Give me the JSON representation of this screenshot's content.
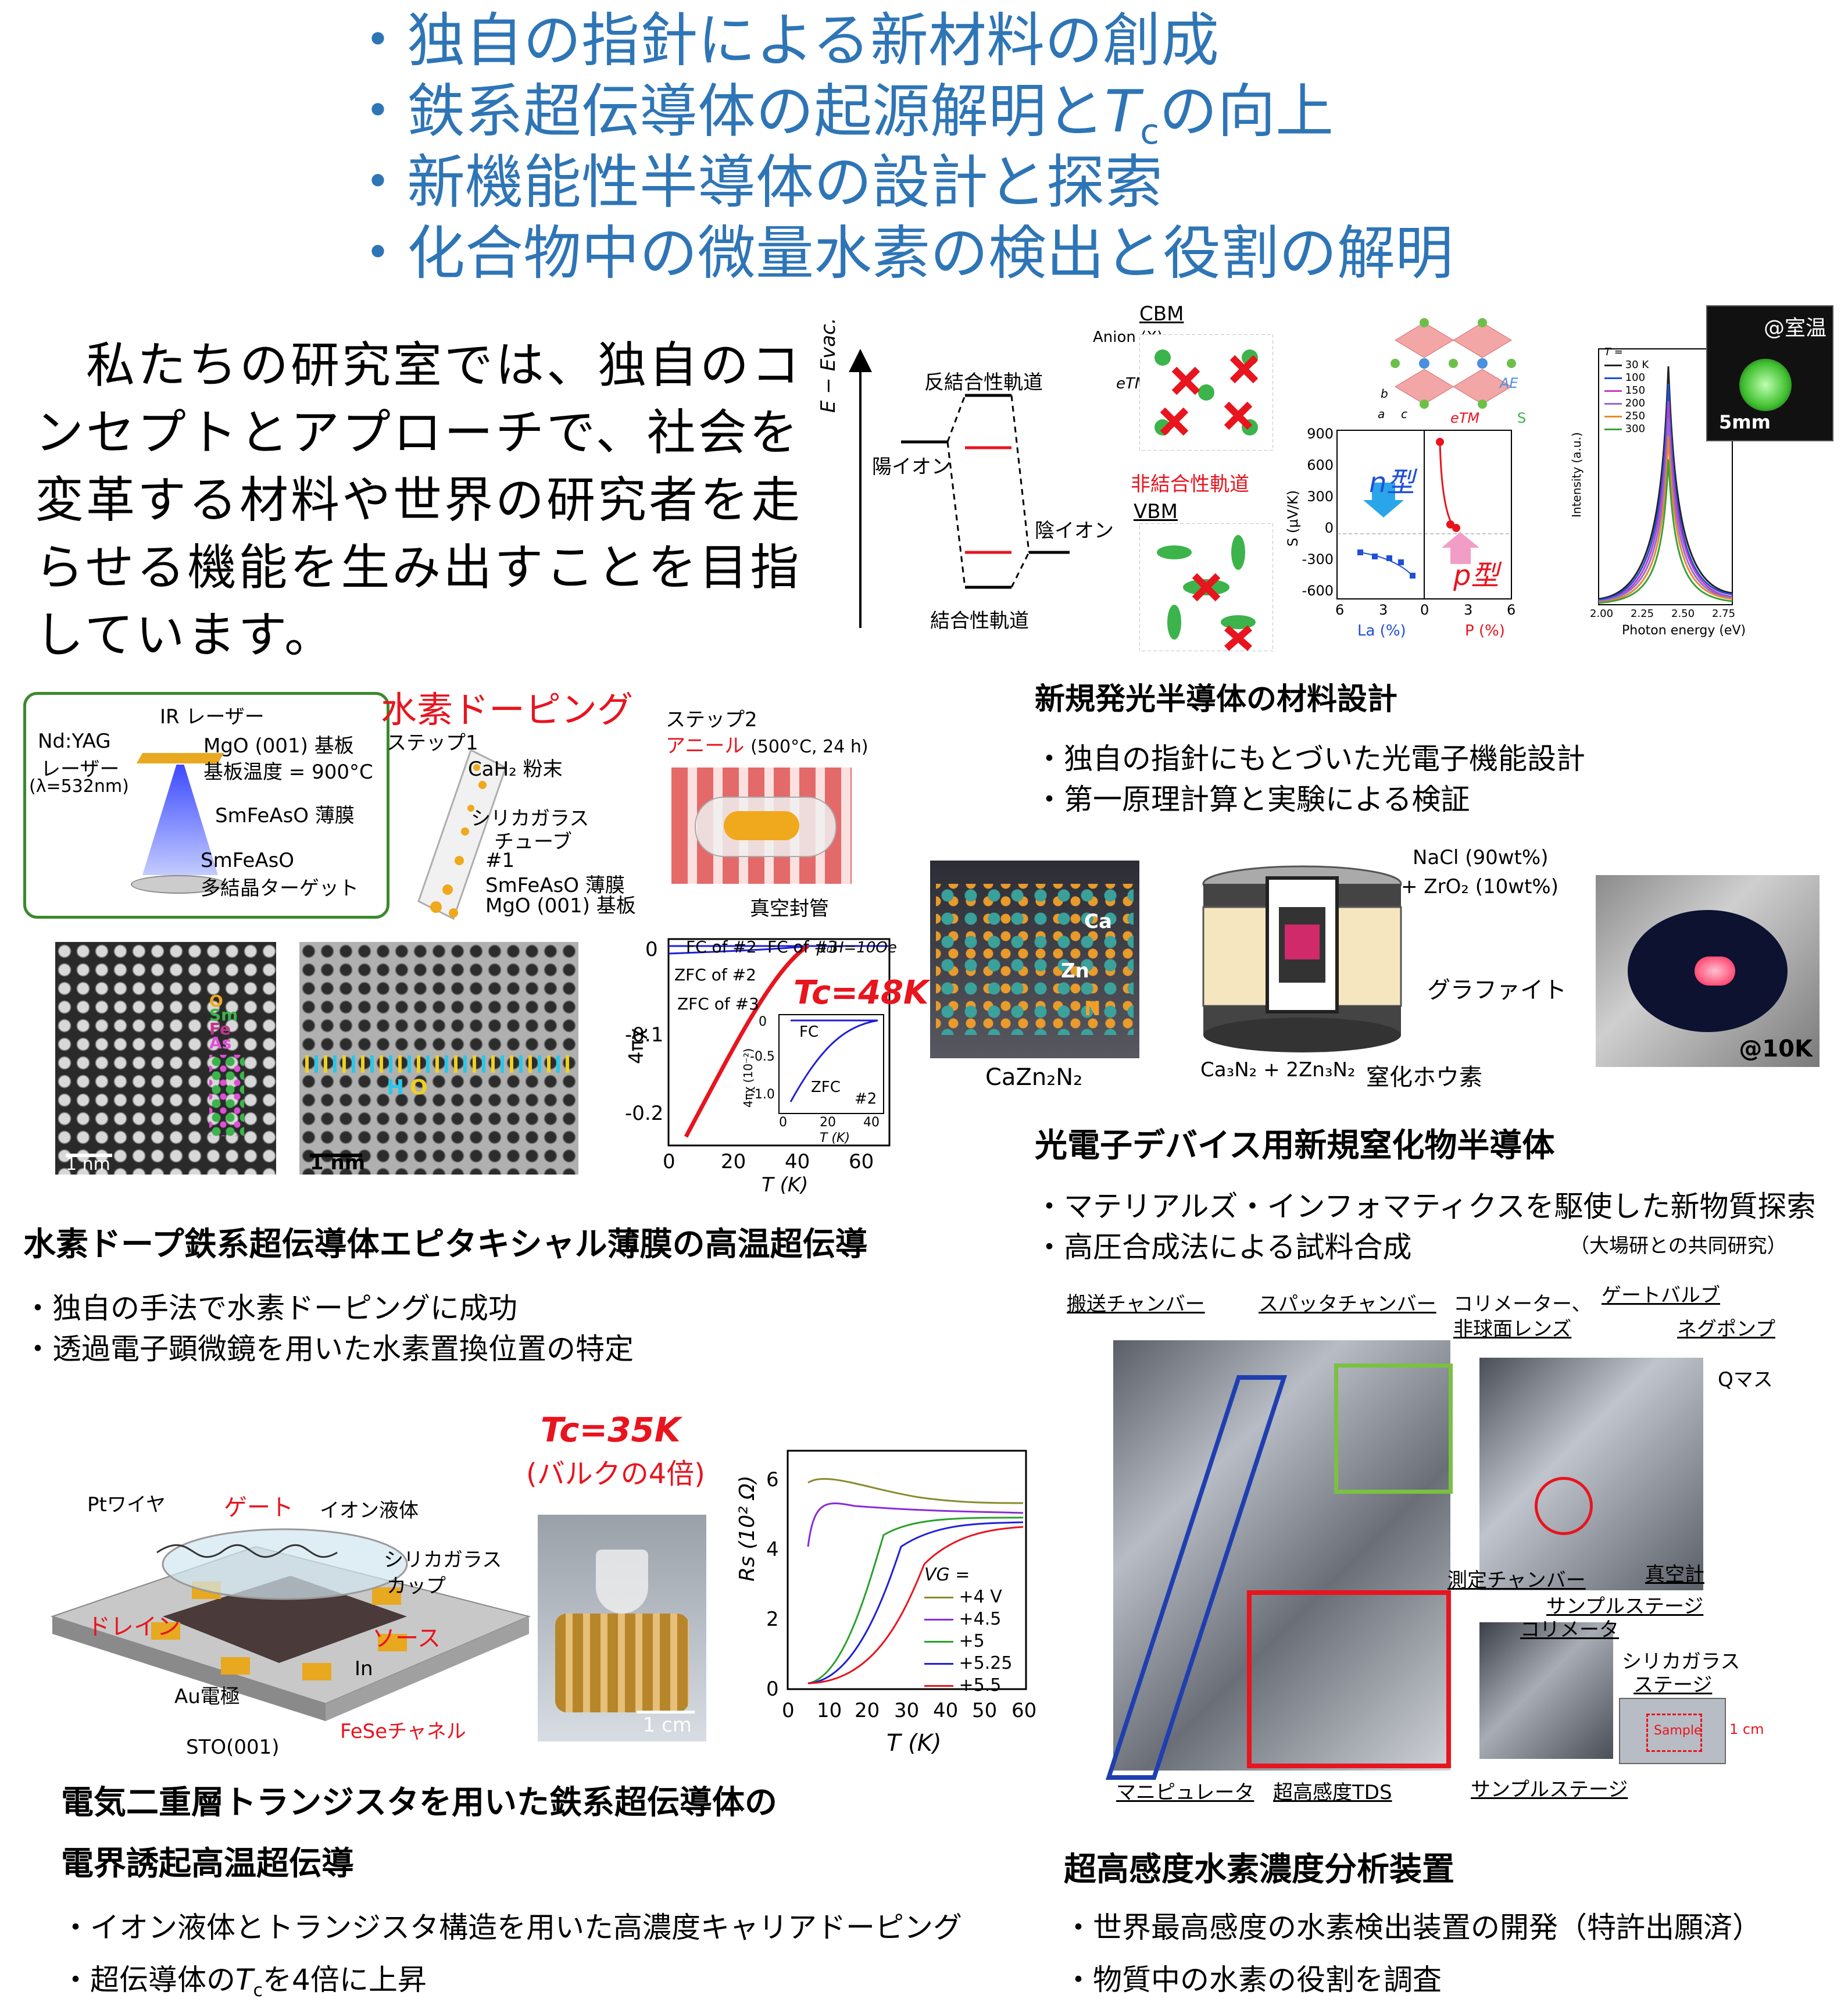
{
  "goals": [
    {
      "text": "・独自の指針による新材料の創成"
    },
    {
      "pre": "・鉄系超伝導体の起源解明と",
      "T": "T",
      "sub": "c",
      "post": "の向上"
    },
    {
      "text": "・新機能性半導体の設計と探索"
    },
    {
      "text": "・化合物中の微量水素の検出と役割の解明"
    }
  ],
  "intro": "　私たちの研究室では、独自のコンセプトとアプローチで、社会を変革する材料や世界の研究者を走らせる機能を生み出すことを目指しています。",
  "orbital": {
    "e_axis": "E − Evac.",
    "anti": "反結合性軌道",
    "cation": "陽イオン",
    "anion": "陰イオン",
    "nonbond": "非結合性軌道",
    "bond": "結合性軌道",
    "cbm": "CBM",
    "vbm": "VBM",
    "anion_x": "Anion (X)",
    "etm": "eTM"
  },
  "crystal": {
    "ae": "AE",
    "etm": "eTM",
    "s": "S",
    "a": "a",
    "b": "b",
    "c": "c"
  },
  "seebeck": {
    "ylabel": "S (μV/K)",
    "yticks": [
      "900",
      "600",
      "300",
      "0",
      "-300",
      "-600"
    ],
    "xticks_left": [
      "6",
      "3",
      "0"
    ],
    "xticks_right": [
      "3",
      "6"
    ],
    "xl_left": "La (%)",
    "xl_right": "P (%)",
    "n": "n型",
    "p": "p型"
  },
  "pl": {
    "legend_title": "T =",
    "legend": [
      "30 K",
      "100",
      "150",
      "200",
      "250",
      "300"
    ],
    "ylabel": "Intensity (a.u.)",
    "xlabel": "Photon energy (eV)",
    "xticks": [
      "2.00",
      "2.25",
      "2.50",
      "2.75"
    ],
    "room": "@室温",
    "scale": "5mm"
  },
  "sec_photo": {
    "title": "新規発光半導体の材料設計",
    "b1": "・独自の指針にもとづいた光電子機能設計",
    "b2": "・第一原理計算と実験による検証"
  },
  "h_doping": {
    "title": "水素ドーピング",
    "step1": "ステップ1",
    "ir": "IR レーザー",
    "ndyag": "Nd:YAG",
    "laser": "レーザー",
    "lambda": "(λ=532nm)",
    "mgo": "MgO (001) 基板",
    "temp": "基板温度 = 900°C",
    "film": "SmFeAsO 薄膜",
    "target1": "SmFeAsO",
    "target2": "多結晶ターゲット",
    "cah2": "CaH₂ 粉末",
    "tube1": "シリカガラス",
    "tube2": "チューブ",
    "n1": "#1",
    "n1film": "SmFeAsO 薄膜",
    "n1sub": "MgO (001) 基板",
    "step2": "ステップ2",
    "anneal": "アニール",
    "anneal_cond": "(500°C, 24 h)",
    "sealed": "真空封管"
  },
  "tem": {
    "o": "O",
    "sm": "Sm",
    "fe": "Fe",
    "as": "As",
    "h": "H",
    "o2": "O",
    "scale": "1 nm"
  },
  "chi": {
    "fc2": "FC of #2",
    "fc3": "FC of #3",
    "field": "μ₀H=10Oe",
    "zfc2": "ZFC of #2",
    "zfc3": "ZFC of #3",
    "tc": "Tc=48K",
    "ylabel": "4πχ",
    "yticks": [
      "0",
      "-0.1",
      "-0.2"
    ],
    "xticks": [
      "0",
      "20",
      "40",
      "60"
    ],
    "xlabel": "T (K)",
    "in_fc": "FC",
    "in_zfc": "ZFC",
    "in_n": "#2",
    "in_y": "4πχ (10⁻²)",
    "in_yt": [
      "0",
      "-0.5",
      "-1.0"
    ],
    "in_xt": [
      "0",
      "20",
      "40"
    ],
    "in_xl": "T (K)"
  },
  "sec_h": {
    "title": "水素ドープ鉄系超伝導体エピタキシャル薄膜の高温超伝導",
    "b1": "・独自の手法で水素ドーピングに成功",
    "b2": "・透過電子顕微鏡を用いた水素置換位置の特定"
  },
  "nitride": {
    "ca": "Ca",
    "zn": "Zn",
    "n": "N",
    "formula": "CaZn₂N₂",
    "nacl": "NaCl (90wt%)",
    "zro2": "+ ZrO₂ (10wt%)",
    "graphite": "グラファイト",
    "bn": "窒化ホウ素",
    "reactant": "Ca₃N₂ + 2Zn₃N₂",
    "k10": "@10K"
  },
  "sec_nit": {
    "title": "光電子デバイス用新規窒化物半導体",
    "b1": "・マテリアルズ・インフォマティクスを駆使した新物質探索",
    "b2": "・高圧合成法による試料合成",
    "b2note": "（大場研との共同研究）"
  },
  "edlt": {
    "tc": "Tc=35K",
    "tc2": "(バルクの4倍)",
    "pt": "Ptワイヤ",
    "gate": "ゲート",
    "ionic": "イオン液体",
    "cup1": "シリカガラス",
    "cup2": "カップ",
    "drain": "ドレイン",
    "source": "ソース",
    "in": "In",
    "au": "Au電極",
    "fese": "FeSeチャネル",
    "sto": "STO(001)",
    "scale": "1 cm"
  },
  "rs": {
    "ylabel": "Rs (10² Ω)",
    "yticks": [
      "0",
      "2",
      "4",
      "6"
    ],
    "xticks": [
      "0",
      "10",
      "20",
      "30",
      "40",
      "50",
      "60"
    ],
    "xlabel": "T (K)",
    "vg": "VG =",
    "legend": [
      "+4  V",
      "+4.5",
      "+5",
      "+5.25",
      "+5.5"
    ]
  },
  "sec_edlt": {
    "title1": "電気二重層トランジスタを用いた鉄系超伝導体の",
    "title2": "電界誘起高温超伝導",
    "b1": "・イオン液体とトランジスタ構造を用いた高濃度キャリアドーピング",
    "b2pre": "・超伝導体の",
    "b2T": "T",
    "b2sub": "c",
    "b2post": "を4倍に上昇"
  },
  "tds": {
    "transfer": "搬送チャンバー",
    "sputter": "スパッタチャンバー",
    "collim": "コリメーター、",
    "lens": "非球面レンズ",
    "gate": "ゲートバルブ",
    "neg": "ネグポンプ",
    "qmass": "Qマス",
    "meas": "測定チャンバー",
    "gauge": "真空計",
    "stage": "サンプルステージ",
    "collim2": "コリメータ",
    "silica1": "シリカガラス",
    "silica2": "ステージ",
    "onecm": "1 cm",
    "sample": "Sample",
    "manip": "マニピュレータ",
    "hs_tds": "超高感度TDS",
    "stage2": "サンプルステージ"
  },
  "sec_tds": {
    "title": "超高感度水素濃度分析装置",
    "b1": "・世界最高感度の水素検出装置の開発（特許出願済）",
    "b2": "・物質中の水素の役割を調査"
  }
}
